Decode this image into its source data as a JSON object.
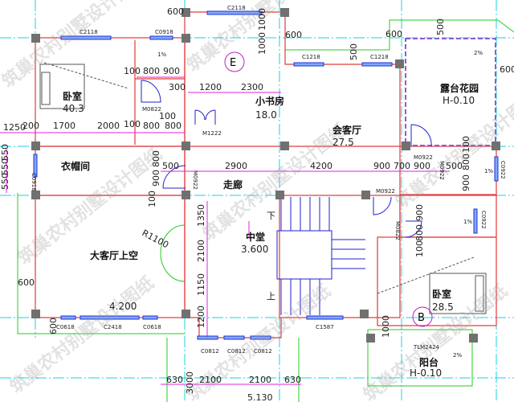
{
  "watermark": "筑巢农村别墅设计图纸",
  "rooms": {
    "bedroom1": {
      "label": "卧室",
      "area": "40.3"
    },
    "study": {
      "label": "小书房",
      "area": "18.0"
    },
    "reception": {
      "label": "会客厅",
      "area": "27.5"
    },
    "terrace": {
      "label": "露台花园",
      "elevation": "H-0.10"
    },
    "closet": {
      "label": "衣帽间"
    },
    "corridor": {
      "label": "走廊"
    },
    "void": {
      "label": "大客厅上空",
      "elevation": "4.200"
    },
    "hall": {
      "label": "中堂",
      "elevation": "3.600"
    },
    "bedroom2": {
      "label": "卧室",
      "area": "28.5"
    },
    "balcony": {
      "label": "阳台",
      "elevation": "H-0.10"
    }
  },
  "axis_markers": [
    "E",
    "B"
  ],
  "stairs": {
    "down": "下",
    "up": "上"
  },
  "radius_label": "R1100",
  "slopes": [
    "1%",
    "2%",
    "1%",
    "1%",
    "2%"
  ],
  "windows": [
    "C2118",
    "C2118",
    "C0918",
    "C1218",
    "C1218",
    "C0918",
    "C0922",
    "C0618",
    "C2418",
    "C0618",
    "C0812",
    "C0812",
    "C0812",
    "C1587",
    "C0922"
  ],
  "doors": [
    "M0822",
    "M1222",
    "M0922",
    "M0922",
    "M0922",
    "M0922",
    "M0822",
    "TLM2424"
  ],
  "dimensions": {
    "top": [
      "600",
      "600",
      "600",
      "500",
      "500",
      "1000",
      "1000",
      "600",
      "600"
    ],
    "row1": [
      "100",
      "800",
      "900",
      "300",
      "1200",
      "2300"
    ],
    "row2": [
      "1250",
      "200",
      "1700",
      "2000",
      "100",
      "800",
      "800",
      "100"
    ],
    "row3": [
      "500",
      "2900",
      "4200",
      "900",
      "700",
      "900",
      "500",
      "900",
      "800",
      "100",
      "800",
      "900"
    ],
    "left": [
      "550",
      "550",
      "550",
      "600",
      "600"
    ],
    "hall_vertical": [
      "1350",
      "2100",
      "1150",
      "1200",
      "100"
    ],
    "right": [
      "900",
      "800",
      "100",
      "1000"
    ],
    "bottom": [
      "630",
      "3000",
      "2100",
      "2100",
      "630",
      "5.130"
    ]
  }
}
